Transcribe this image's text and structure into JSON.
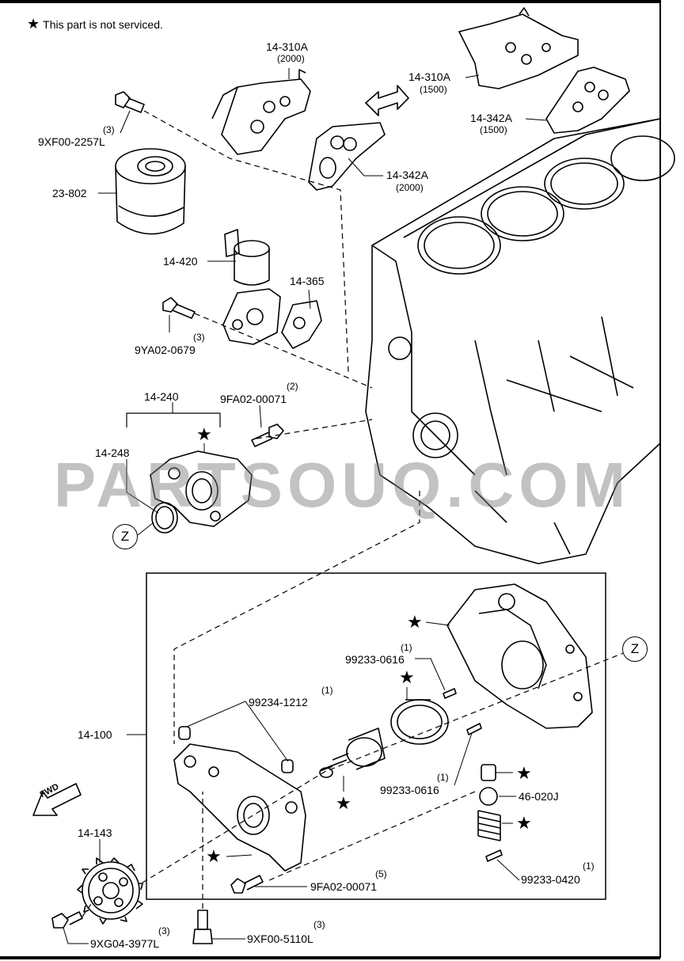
{
  "note": {
    "star": "★",
    "text": "This part is not serviced."
  },
  "watermark": "PARTSOUQ.COM",
  "fwd_label": "FWD",
  "callout_z": "Z",
  "star_symbol": "★",
  "labels": {
    "p14_310A_2000": {
      "code": "14-310A",
      "sub": "(2000)"
    },
    "p14_310A_1500": {
      "code": "14-310A",
      "sub": "(1500)"
    },
    "p14_342A_1500": {
      "code": "14-342A",
      "sub": "(1500)"
    },
    "p14_342A_2000": {
      "code": "14-342A",
      "sub": "(2000)"
    },
    "p9XF00_2257L": {
      "code": "9XF00-2257L",
      "sub": "(3)"
    },
    "p23_802": {
      "code": "23-802"
    },
    "p14_420": {
      "code": "14-420"
    },
    "p14_365": {
      "code": "14-365"
    },
    "p9YA02_0679": {
      "code": "9YA02-0679",
      "sub": "(3)"
    },
    "p14_240": {
      "code": "14-240"
    },
    "p9FA02_00071_a": {
      "code": "9FA02-00071",
      "sub": "(2)"
    },
    "p14_248": {
      "code": "14-248"
    },
    "p99233_0616_a": {
      "code": "99233-0616",
      "sub": "(1)"
    },
    "p99234_1212": {
      "code": "99234-1212",
      "sub": "(1)"
    },
    "p14_100": {
      "code": "14-100"
    },
    "p99233_0616_b": {
      "code": "99233-0616",
      "sub": "(1)"
    },
    "p46_020J": {
      "code": "46-020J"
    },
    "p14_143": {
      "code": "14-143"
    },
    "p9FA02_00071_b": {
      "code": "9FA02-00071",
      "sub": "(5)"
    },
    "p99233_0420": {
      "code": "99233-0420",
      "sub": "(1)"
    },
    "p9XG04_3977L": {
      "code": "9XG04-3977L",
      "sub": "(3)"
    },
    "p9XF00_5110L": {
      "code": "9XF00-5110L",
      "sub": "(3)"
    }
  }
}
